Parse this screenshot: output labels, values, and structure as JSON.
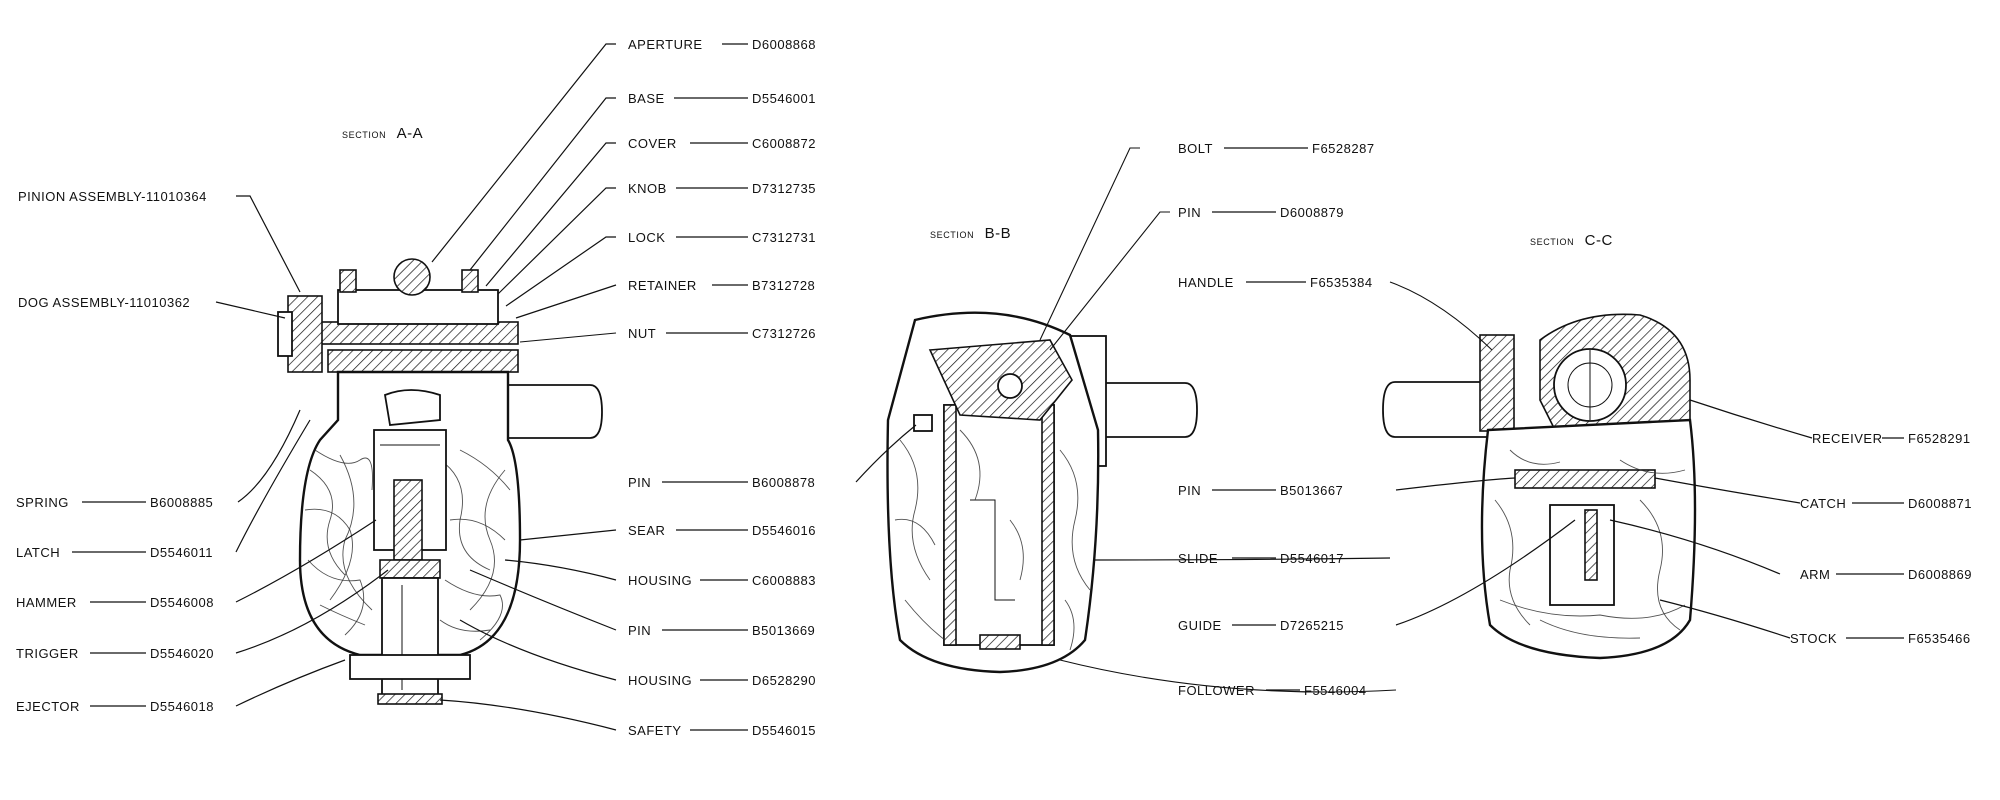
{
  "sections": {
    "a": {
      "title_prefix": "SECTION",
      "title": "A-A",
      "left_callouts": [
        {
          "name": "PINION ASSEMBLY",
          "number": "11010364"
        },
        {
          "name": "DOG ASSEMBLY",
          "number": "11010362"
        },
        {
          "name": "SPRING",
          "number": "B6008885"
        },
        {
          "name": "LATCH",
          "number": "D5546011"
        },
        {
          "name": "HAMMER",
          "number": "D5546008"
        },
        {
          "name": "TRIGGER",
          "number": "D5546020"
        },
        {
          "name": "EJECTOR",
          "number": "D5546018"
        }
      ],
      "right_callouts": [
        {
          "name": "APERTURE",
          "number": "D6008868"
        },
        {
          "name": "BASE",
          "number": "D5546001"
        },
        {
          "name": "COVER",
          "number": "C6008872"
        },
        {
          "name": "KNOB",
          "number": "D7312735"
        },
        {
          "name": "LOCK",
          "number": "C7312731"
        },
        {
          "name": "RETAINER",
          "number": "B7312728"
        },
        {
          "name": "NUT",
          "number": "C7312726"
        },
        {
          "name": "PIN",
          "number": "B6008878"
        },
        {
          "name": "SEAR",
          "number": "D5546016"
        },
        {
          "name": "HOUSING",
          "number": "C6008883"
        },
        {
          "name": "PIN",
          "number": "B5013669"
        },
        {
          "name": "HOUSING",
          "number": "D6528290"
        },
        {
          "name": "SAFETY",
          "number": "D5546015"
        }
      ]
    },
    "b": {
      "title_prefix": "SECTION",
      "title": "B-B",
      "callouts": [
        {
          "name": "BOLT",
          "number": "F6528287"
        },
        {
          "name": "PIN",
          "number": "D6008879"
        },
        {
          "name": "HANDLE",
          "number": "F6535384"
        },
        {
          "name": "PIN",
          "number": "B5013667"
        },
        {
          "name": "SLIDE",
          "number": "D5546017"
        },
        {
          "name": "GUIDE",
          "number": "D7265215"
        },
        {
          "name": "FOLLOWER",
          "number": "F5546004"
        }
      ]
    },
    "c": {
      "title_prefix": "SECTION",
      "title": "C-C",
      "callouts": [
        {
          "name": "RECEIVER",
          "number": "F6528291"
        },
        {
          "name": "CATCH",
          "number": "D6008871"
        },
        {
          "name": "ARM",
          "number": "D6008869"
        },
        {
          "name": "STOCK",
          "number": "F6535466"
        }
      ]
    }
  }
}
